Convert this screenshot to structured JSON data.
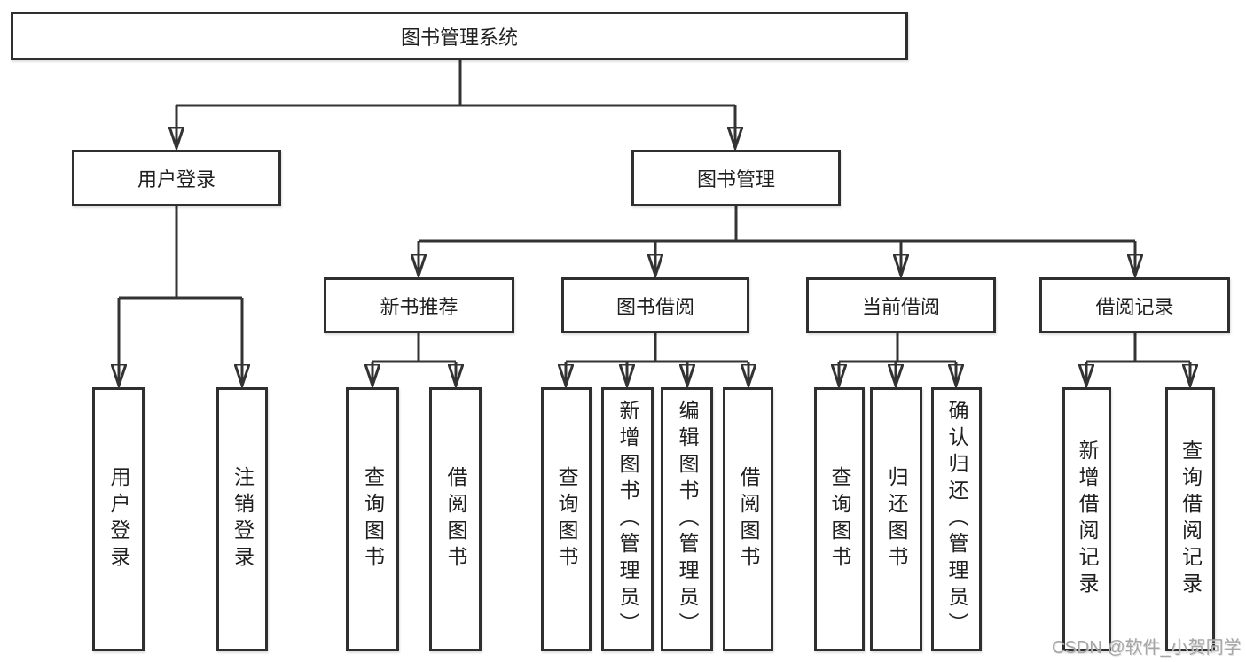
{
  "colors": {
    "background": "#ffffff",
    "line": "#333333",
    "box_border": "#2f2f2f",
    "box_fill": "#ffffff",
    "text": "#1f1f1f",
    "watermark": "#9e9e9e"
  },
  "tree": {
    "root": {
      "label": "图书管理系统"
    },
    "children": [
      {
        "label": "用户登录",
        "children": [
          {
            "label": "用户登录"
          },
          {
            "label": "注销登录"
          }
        ]
      },
      {
        "label": "图书管理",
        "children": [
          {
            "label": "新书推荐",
            "children": [
              {
                "label": "查询图书"
              },
              {
                "label": "借阅图书"
              }
            ]
          },
          {
            "label": "图书借阅",
            "children": [
              {
                "label": "查询图书"
              },
              {
                "label": "新增图书（管理员）"
              },
              {
                "label": "编辑图书（管理员）"
              },
              {
                "label": "借阅图书"
              }
            ]
          },
          {
            "label": "当前借阅",
            "children": [
              {
                "label": "查询图书"
              },
              {
                "label": "归还图书"
              },
              {
                "label": "确认归还（管理员）"
              }
            ]
          },
          {
            "label": "借阅记录",
            "children": [
              {
                "label": "新增借阅记录"
              },
              {
                "label": "查询借阅记录"
              }
            ]
          }
        ]
      }
    ]
  },
  "watermark": {
    "text": "CSDN @软件_小贺同学"
  }
}
